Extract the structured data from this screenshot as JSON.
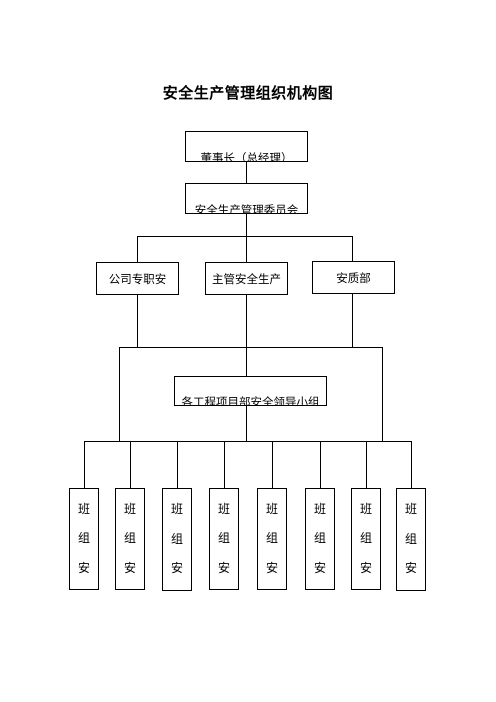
{
  "title": "安全生产管理组织机构图",
  "level1": "董事长（总经理）",
  "level2": "安全生产管理委员会",
  "level3": [
    "公司专职安",
    "主管安全生产",
    "安质部"
  ],
  "level4": "各工程项目部安全领导小组",
  "teams": [
    [
      "班",
      "组",
      "安"
    ],
    [
      "班",
      "组",
      "安"
    ],
    [
      "班",
      "组",
      "安"
    ],
    [
      "班",
      "组",
      "安"
    ],
    [
      "班",
      "组",
      "安"
    ],
    [
      "班",
      "组",
      "安"
    ],
    [
      "班",
      "组",
      "安"
    ],
    [
      "班",
      "组",
      "安"
    ]
  ]
}
